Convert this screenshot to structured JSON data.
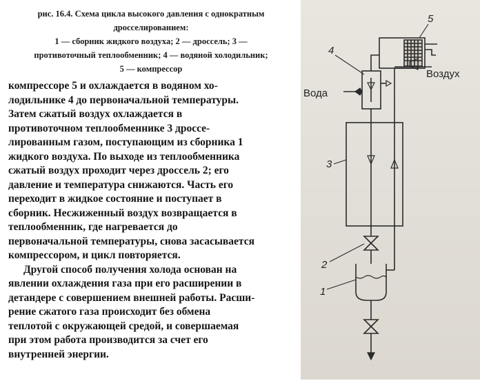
{
  "caption": {
    "title_line1": "рис. 16.4. Схема цикла высокого давления с однократным",
    "title_line2": "дросселированием:",
    "legend_line1": "1 — сборник жидкого воздуха; 2 — дроссель; 3 —",
    "legend_line2": "противоточный теплообменник; 4 — водяной холодильник;",
    "legend_line3": "5 — компрессор"
  },
  "body": {
    "lines": [
      "компрессоре 5 и охлаждается в водяном хо-",
      "лодильнике 4 до первоначальной температуры.",
      "Затем сжатый воздух охлаждается в",
      "противоточном теплообменнике 3 дроссе-",
      "лированным газом, поступающим из сборника 1",
      "жидкого воздуха. По выходе из теплообменника",
      "сжатый воздух проходит через дроссель 2; его",
      "давление и температура снижаются. Часть его",
      "переходит в жидкое состояние и поступает в",
      "сборник. Несжиженный воздух возвращается в",
      "теплообменник, где нагревается до",
      "первоначальной температуры, снова засасывается",
      "компрессором, и цикл повторяется.",
      "Другой способ получения холода основан на",
      "явлении охлаждения газа при его расширении в",
      "детандере с совершением внешней работы. Расши-",
      "рение сжатого газа происходит без обмена",
      "теплотой с окружающей средой, и совершаемая",
      "при этом работа производится за счет его",
      "внутренней энергии."
    ]
  },
  "diagram": {
    "label_water": "Вода",
    "label_air": "Воздух",
    "num_1": "1",
    "num_2": "2",
    "num_3": "3",
    "num_4": "4",
    "num_5": "5"
  }
}
